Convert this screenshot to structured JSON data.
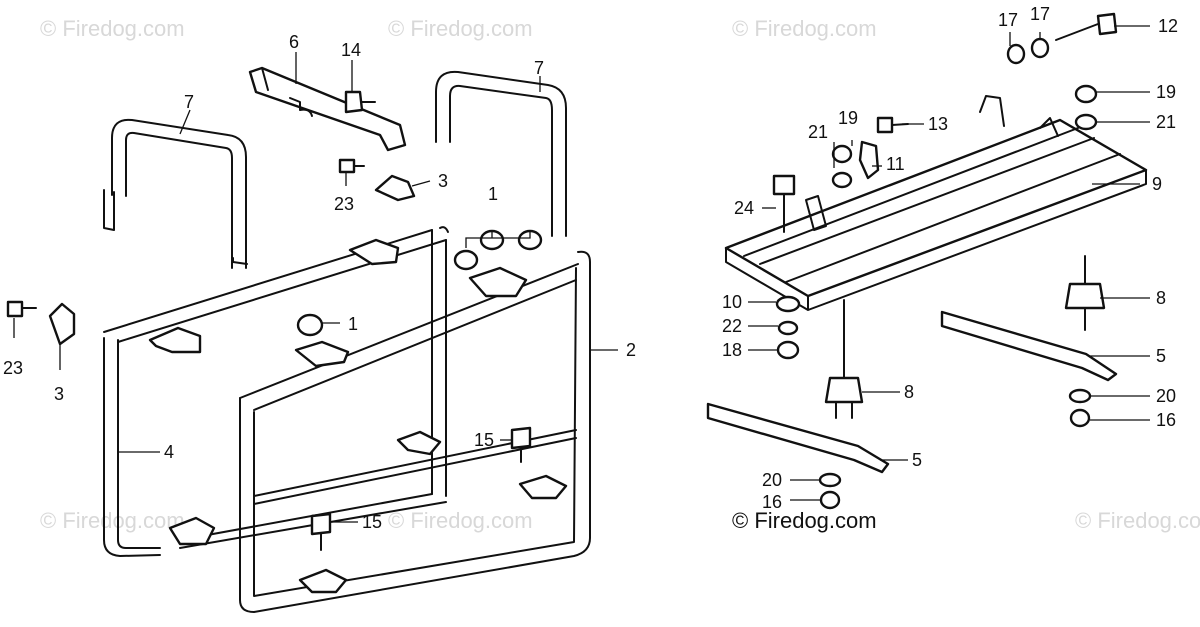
{
  "watermark": "© Firedog.com",
  "copyright": "© Firedog.com",
  "callouts": {
    "c_6": "6",
    "c_14": "14",
    "c_7a": "7",
    "c_7b": "7",
    "c_3a": "3",
    "c_23a": "23",
    "c_1a": "1",
    "c_1b": "1",
    "c_23b": "23",
    "c_3b": "3",
    "c_4": "4",
    "c_2": "2",
    "c_15a": "15",
    "c_15b": "15",
    "c_17a": "17",
    "c_17b": "17",
    "c_12": "12",
    "c_19a": "19",
    "c_21a": "21",
    "c_13": "13",
    "c_21b": "21",
    "c_19b": "19",
    "c_11": "11",
    "c_24": "24",
    "c_9": "9",
    "c_10": "10",
    "c_22": "22",
    "c_18": "18",
    "c_8a": "8",
    "c_5a": "5",
    "c_8b": "8",
    "c_20a": "20",
    "c_16a": "16",
    "c_5b": "5",
    "c_20b": "20",
    "c_16b": "16"
  }
}
